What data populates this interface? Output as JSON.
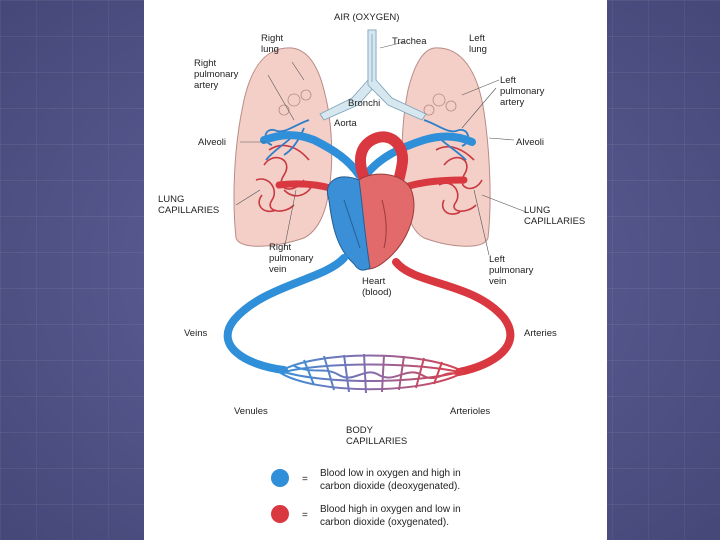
{
  "labels": {
    "air": "AIR (OXYGEN)",
    "trachea": "Trachea",
    "right_lung": [
      "Right",
      "lung"
    ],
    "left_lung": [
      "Left",
      "lung"
    ],
    "right_pulmonary_artery": [
      "Right",
      "pulmonary",
      "artery"
    ],
    "left_pulmonary_artery": [
      "Left",
      "pulmonary",
      "artery"
    ],
    "bronchi": "Bronchi",
    "aorta": "Aorta",
    "alveoli_left": "Alveoli",
    "alveoli_right": "Alveoli",
    "lung_capillaries_left": [
      "LUNG",
      "CAPILLARIES"
    ],
    "lung_capillaries_right": [
      "LUNG",
      "CAPILLARIES"
    ],
    "right_pulmonary_vein": [
      "Right",
      "pulmonary",
      "vein"
    ],
    "left_pulmonary_vein": [
      "Left",
      "pulmonary",
      "vein"
    ],
    "heart": [
      "Heart",
      "(blood)"
    ],
    "veins": "Veins",
    "arteries": "Arteries",
    "venules": "Venules",
    "arterioles": "Arterioles",
    "body_capillaries": [
      "BODY",
      "CAPILLARIES"
    ]
  },
  "legend": [
    {
      "color": "#2f8fd8",
      "symbol": "=",
      "lines": [
        "Blood low in oxygen and high in",
        "carbon dioxide (deoxygenated)."
      ]
    },
    {
      "color": "#d93840",
      "symbol": "=",
      "lines": [
        "Blood high in oxygen and low in",
        "carbon dioxide (oxygenated)."
      ]
    }
  ],
  "colors": {
    "deoxygenated": "#2f8fd8",
    "oxygenated": "#d93840",
    "lung": "#f2cdc7",
    "airway": "#cfe3ee"
  }
}
